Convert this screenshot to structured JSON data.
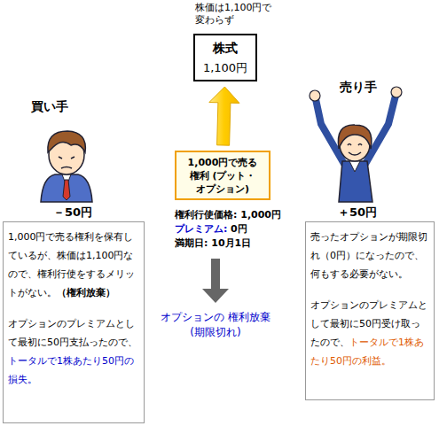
{
  "diagram": {
    "nodes": [
      {
        "text": [
          "株価は1,100円で 変わらず",
          "株式",
          "1,100円"
        ]
      },
      {
        "text": [
          "1,000円で売る 権利 (プット・オプション)"
        ]
      },
      {
        "text": [
          "1,000円で売る権利を保有しているが、株価は1,100円なので、権利行使をするメリットがない。",
          "（権利放棄）",
          "オプションのプレミアムとして最初に50円支払ったので、",
          "トータルで1株あたり50円の損失。"
        ]
      },
      {
        "text": [
          "売ったオプションが期限切れ（0円）になったので、何もする必要がない。",
          "オプションのプレミアムとして最初に50円受け取ったので、",
          "トータルで1株あたり50円の利益。"
        ]
      }
    ],
    "edges": [
      {
        "from": 1,
        "to": 0,
        "arrow": "to"
      }
    ],
    "labels": [
      "買い手",
      "－50円",
      "売り手",
      "＋50円",
      "権利行使価格: 1,000円",
      "プレミアム:",
      "0円",
      "満期日: 10月1日",
      "オプションの 権利放棄 (期限切れ)"
    ]
  }
}
